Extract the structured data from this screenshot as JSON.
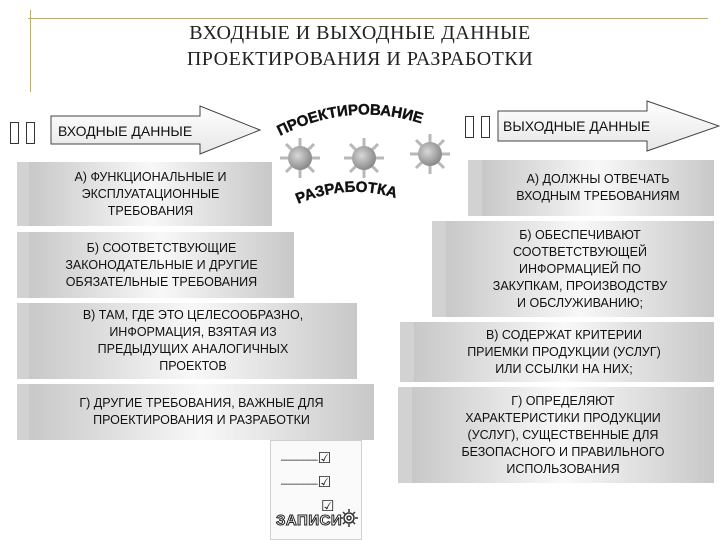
{
  "title": {
    "line1": "ВХОДНЫЕ И ВЫХОДНЫЕ ДАННЫЕ",
    "line2": "ПРОЕКТИРОВАНИЯ И РАЗРАБОТКИ"
  },
  "center": {
    "arc_top": "ПРОЕКТИРОВАНИЕ",
    "arc_bottom": "РАЗРАБОТКА"
  },
  "input": {
    "header": "ВХОДНЫЕ ДАННЫЕ",
    "items": [
      {
        "lines": [
          "А) ФУНКЦИОНАЛЬНЫЕ И",
          "ЭКСПЛУАТАЦИОННЫЕ",
          "ТРЕБОВАНИЯ"
        ]
      },
      {
        "lines": [
          "Б) СООТВЕТСТВУЮЩИЕ",
          "ЗАКОНОДАТЕЛЬНЫЕ И ДРУГИЕ",
          "ОБЯЗАТЕЛЬНЫЕ ТРЕБОВАНИЯ"
        ]
      },
      {
        "lines": [
          "В) ТАМ, ГДЕ ЭТО ЦЕЛЕСООБРАЗНО,",
          "ИНФОРМАЦИЯ, ВЗЯТАЯ ИЗ",
          "ПРЕДЫДУЩИХ АНАЛОГИЧНЫХ",
          "ПРОЕКТОВ"
        ]
      },
      {
        "lines": [
          "Г) ДРУГИЕ ТРЕБОВАНИЯ, ВАЖНЫЕ ДЛЯ",
          "ПРОЕКТИРОВАНИЯ И РАЗРАБОТКИ"
        ]
      }
    ]
  },
  "output": {
    "header": "ВЫХОДНЫЕ ДАННЫЕ",
    "items": [
      {
        "lines": [
          "А) ДОЛЖНЫ ОТВЕЧАТЬ",
          "ВХОДНЫМ ТРЕБОВАНИЯМ"
        ]
      },
      {
        "lines": [
          "Б) ОБЕСПЕЧИВАЮТ",
          "СООТВЕТСТВУЮЩЕЙ",
          "ИНФОРМАЦИЕЙ ПО",
          "ЗАКУПКАМ, ПРОИЗВОДСТВУ",
          "И ОБСЛУЖИВАНИЮ;"
        ]
      },
      {
        "lines": [
          "В) СОДЕРЖАТ КРИТЕРИИ",
          "ПРИЕМКИ ПРОДУКЦИИ (УСЛУГ)",
          "ИЛИ ССЫЛКИ НА НИХ;"
        ]
      },
      {
        "lines": [
          "Г) ОПРЕДЕЛЯЮТ",
          "ХАРАКТЕРИСТИКИ ПРОДУКЦИИ",
          "(УСЛУГ), СУЩЕСТВЕННЫЕ ДЛЯ",
          "БЕЗОПАСНОГО И ПРАВИЛЬНОГО",
          "ИСПОЛЬЗОВАНИЯ"
        ]
      }
    ]
  },
  "records": {
    "label": "ЗАПИСИ",
    "check_glyph": "☑",
    "dash_glyph": "‒‒‒‒‒‒",
    "icons": [
      "checkbox-icon",
      "gear-icon",
      "sun-icon"
    ]
  },
  "colors": {
    "frame": "#c8b040",
    "box_edge": "#c8c8c8",
    "box_center": "#f8f8f8",
    "sun_core": "#9a9a9a",
    "sun_rays": "#bdbdbd"
  }
}
